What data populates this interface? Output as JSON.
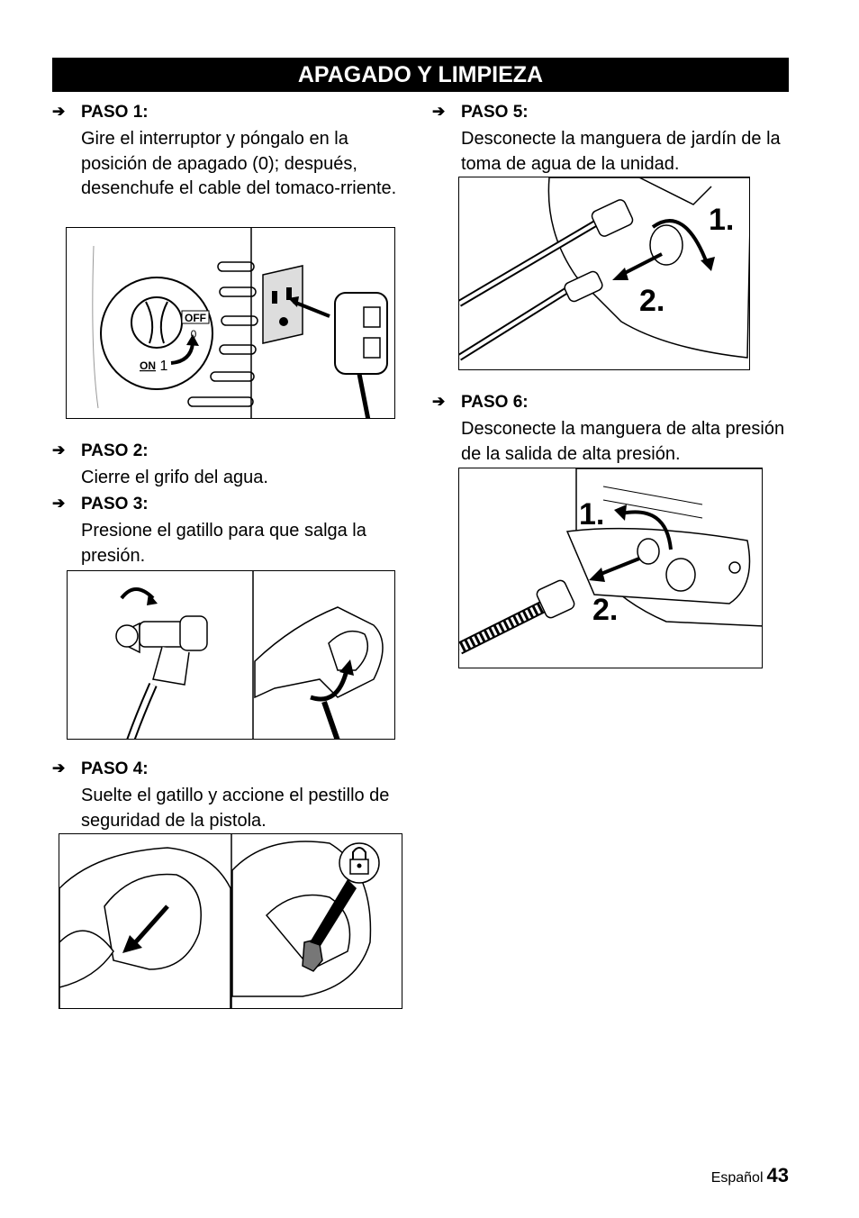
{
  "header": {
    "title": "APAGADO Y LIMPIEZA"
  },
  "steps": [
    {
      "title": "PASO 1:",
      "text": "Gire el interruptor y póngalo en la posición de apagado (0); después, desenchufe el cable del tomaco-rriente."
    },
    {
      "title": "PASO 2:",
      "text": "Cierre el grifo del agua."
    },
    {
      "title": "PASO 3:",
      "text": "Presione el gatillo para que salga la presión."
    },
    {
      "title": "PASO 4:",
      "text": "Suelte el gatillo y accione el pestillo de seguridad de la pistola."
    },
    {
      "title": "PASO 5:",
      "text": "Desconecte la manguera de jardín de la toma de agua de la unidad."
    },
    {
      "title": "PASO 6:",
      "text": "Desconecte la manguera de alta presión de la salida de alta presión."
    }
  ],
  "figures": {
    "switch": {
      "off_label": "OFF",
      "on_label": "ON",
      "zero": "0",
      "one": "1"
    },
    "fig5": {
      "label1": "1.",
      "label2": "2."
    },
    "fig6": {
      "label1": "1.",
      "label2": "2."
    }
  },
  "footer": {
    "language": "Español",
    "page_number": "43"
  },
  "icons": {
    "step_arrow": "arrow-right-icon",
    "lock": "padlock-icon"
  }
}
